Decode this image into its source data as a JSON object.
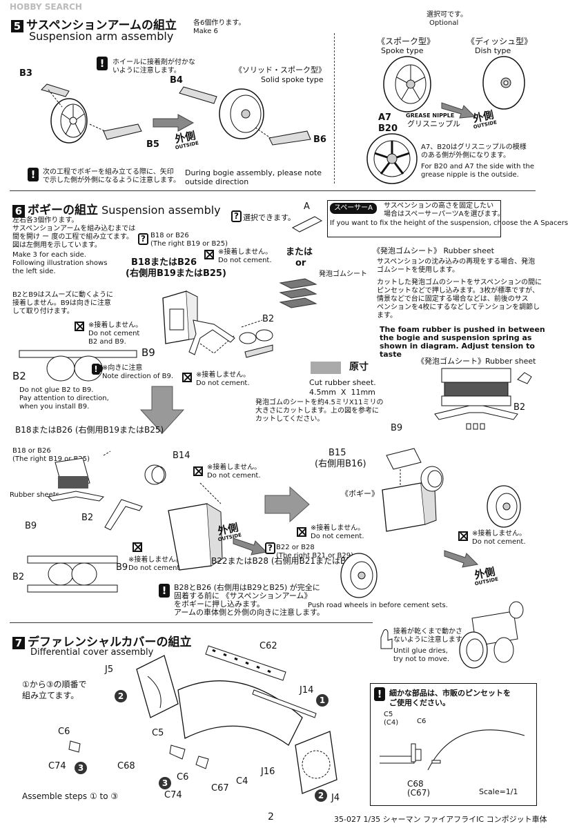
{
  "watermark": "HOBBY SEARCH",
  "step5": {
    "num": "5",
    "title_jp": "サスペンションアームの組立",
    "title_en": "Suspension arm assembly",
    "make_jp": "各6個作ります。",
    "make_en": "Make 6",
    "warn_glue": "ホイールに接着剤が付かな\nいように注意します。",
    "solid_jp": "《ソリッド・スポーク型》",
    "solid_en": "Solid spoke type",
    "parts": {
      "b3": "B3",
      "b4": "B4",
      "b5": "B5",
      "b6": "B6"
    },
    "outside_jp": "外側",
    "outside_en": "OUTSIDE",
    "note_jp": "次の工程でボギーを組み立てる際に、矢印\nで示した側が外側になるように注意します。",
    "note_en": "During bogie assembly, please note\noutside direction",
    "optional_jp": "選択可です。",
    "optional_en": "Optional",
    "spoke_jp": "《スポーク型》",
    "spoke_en": "Spoke type",
    "dish_jp": "《ディッシュ型》",
    "dish_en": "Dish type",
    "a7": "A7",
    "b20": "B20",
    "grease_en": "GREASE NIPPLE",
    "grease_jp": "グリスニップル",
    "grease_note_jp": "A7、B20はグリスニップルの模様\nのある側が外側になります。",
    "grease_note_en": "For B20 and A7 the side with the\ngrease nipple is the outside."
  },
  "step6": {
    "num": "6",
    "title_jp": "ボギーの組立",
    "title_en": "Suspension assembly",
    "intro_jp": "左右各3個作ります。\nサスペンションアームを組み込むまでは\n間を開け ー 度の工程で組み立てます。\n図は左側用を示しています。",
    "intro_en": "Make 3 for each side.\nFollowing illustration shows\nthe left side.",
    "select_jp": "選択できます。",
    "part_a": "A",
    "spacer_tag": "スペーサーA",
    "spacer_jp": "サスペンションの高さを固定したい\n場合はスペーサーパーツAを選びます。",
    "spacer_en": "If you want to fix the height of the suspension,\nchoose the A Spacers",
    "b18_or_b26": "B18 or B26",
    "right_b19_b25": "(The right B19 or B25)",
    "no_glue_jp": "※接着しません。",
    "do_not_cement": "Do not cement.",
    "or_jp": "または",
    "or_en": "or",
    "b18_b26_jp": "B18またはB26",
    "right_jp": "(右側用B19またはB25)",
    "foam_sheet": "発泡ゴムシート",
    "rubber_title_jp": "《発泡ゴムシート》",
    "rubber_title_en": "Rubber sheet",
    "rubber_jp1": "サスペンションの沈み込みの再現をする場合、発泡\nゴムシートを使用します。",
    "rubber_jp2": "カットした発泡ゴムのシートをサスペンションの間に\nピンセットなどで押し込みます。3枚が標準ですが、\n情景などで台に固定する場合などは、前後のサス\nペンションを4枚にするなどしてテンションを調節し\nます。",
    "rubber_en": "The foam rubber is pushed in between\nthe bogie and suspension spring as\nshown in diagram. Adjust tension to\ntaste",
    "b2b9_jp": "B2とB9はスムーズに動くように\n接着しません。B9は向きに注意\nして取り付けます。",
    "b2b9_note": "※接着しません。\nDo not cement\nB2 and B9.",
    "b2": "B2",
    "b9": "B9",
    "direction_note": "※向きに注意\nNote direction of B9.",
    "glue_b2_en": "Do not glue B2 to B9.\nPay attention to direction,\nwhen you install B9.",
    "actual_jp": "原寸",
    "cut_en": "Cut rubber sheet.\n4.5mm  X  11mm",
    "cut_jp": "発泡ゴムのシートを約4.5ミリX11ミリの\n大きさにカットします。上の図を参考に\nカットしてください。",
    "rubber_sheet_label": "《発泡ゴムシート》Rubber sheet",
    "lower_b18": "B18またはB26\n(右側用B19またはB25)",
    "lower_b18_en": "B18 or B26\n(The right B19 or B25)",
    "b14": "B14",
    "rubber_sheets": "Rubber sheets",
    "b15": "B15",
    "b15_right": "(右側用B16)",
    "bogie_jp": "《ボギー》",
    "b22_b28_en": "B22 or B28\n(The right B21 or B29)",
    "b22_b28_jp": "B22またはB28\n(右側用B21またはB29)",
    "b28_note_jp": "B28とB26 (右側用はB29とB25) が完全に\n固着する前に 《サスペンションアーム》\nをボギーに押し込みます。\nアームの車体側と外側の向きに注意します。",
    "push_en": "Push road wheels in before cement sets."
  },
  "step7": {
    "num": "7",
    "title_jp": "デファレンシャルカバーの組立",
    "title_en": "Differential cover assembly",
    "order_jp": "①から③の順番で\n組み立てます。",
    "order_en": "Assemble steps ① to ③",
    "parts": {
      "j5": "J5",
      "c62": "C62",
      "j14": "J14",
      "c6": "C6",
      "c5": "C5",
      "c74": "C74",
      "c68": "C68",
      "c67": "C67",
      "c4": "C4",
      "j16": "J16",
      "j4": "J4"
    },
    "steps": [
      "1",
      "2",
      "3"
    ],
    "dry_jp": "接着が乾くまで動かさ\nないように注意します。",
    "dry_en": "Until glue dries,\ntry not to move.",
    "tweezer_jp": "細かな部品は、市販のピンセットを\nご使用ください。",
    "scale_c5": "C5\n(C4)",
    "scale_c6": "C6",
    "scale_c68": "C68\n(C67)",
    "scale": "Scale=1/1"
  },
  "footer": {
    "page": "2",
    "code": "35-027 1/35 シャーマン ファイアフライIC コンポジット車体"
  }
}
